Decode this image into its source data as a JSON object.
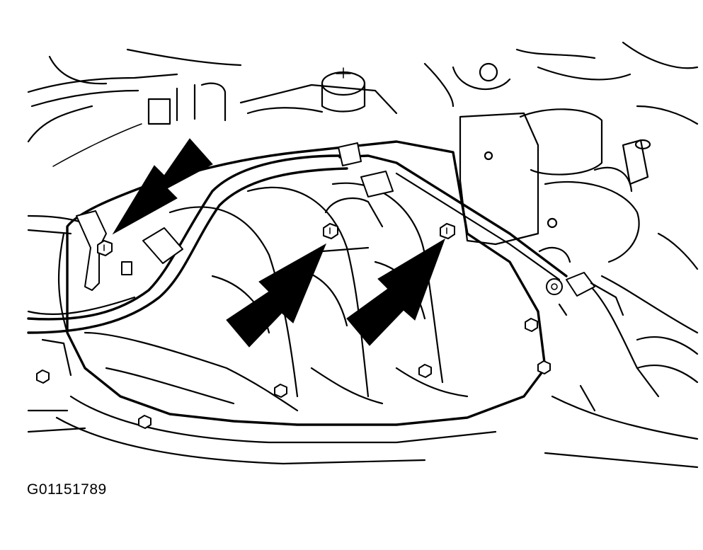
{
  "figure": {
    "caption": "G01151789",
    "arrow_count": 3,
    "highlighted_parts": [
      "bolt-left",
      "bolt-center",
      "bolt-right"
    ]
  }
}
